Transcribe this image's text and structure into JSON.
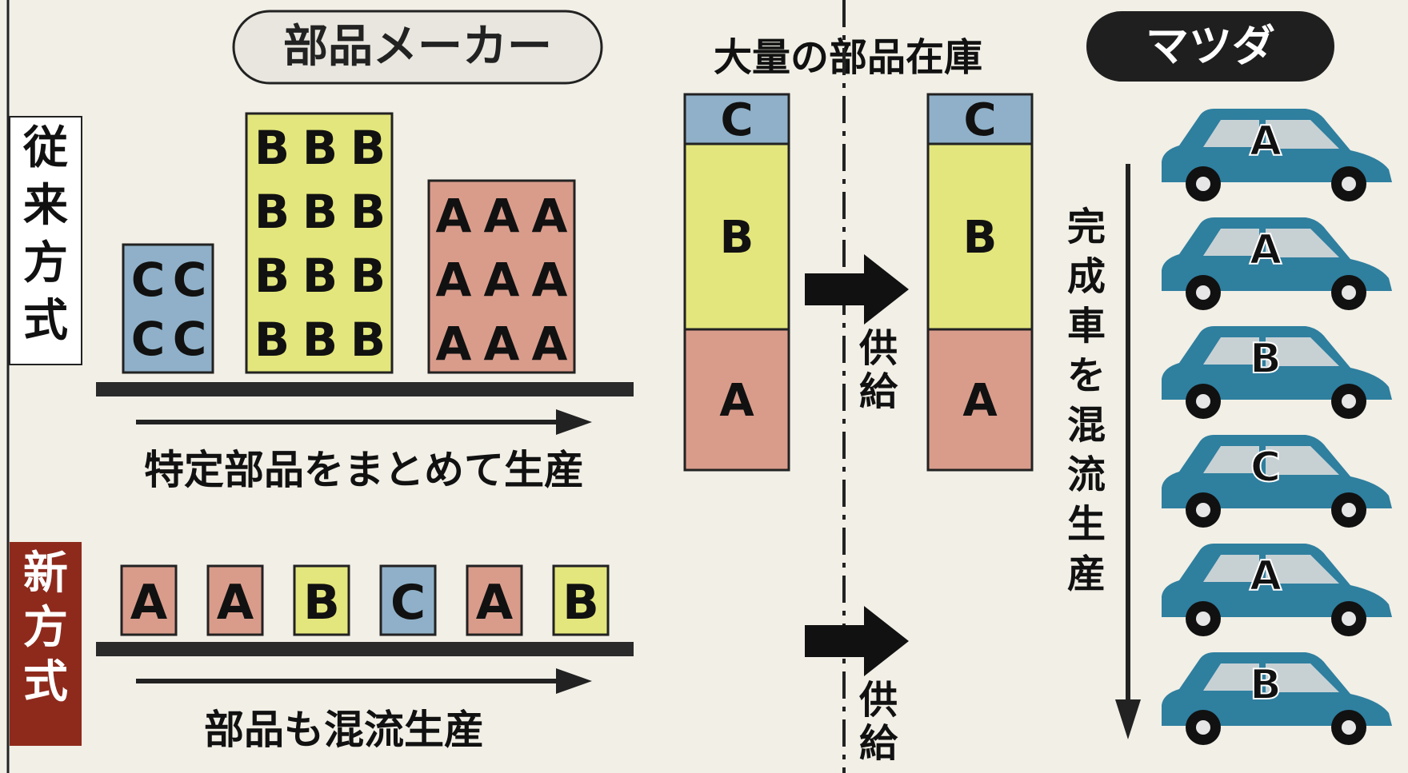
{
  "colors": {
    "a_part": "#d99c8b",
    "b_part": "#e3e67c",
    "c_part": "#8fb0c8",
    "car": "#2f7f9f",
    "old_method_label_bg": "#ffffff",
    "new_method_label_bg": "#8e2a1c",
    "mazda_badge_bg": "#1f1f1f"
  },
  "headers": {
    "parts_maker": "部品メーカー",
    "mazda": "マツダ",
    "large_inventory": "大量の部品在庫"
  },
  "methods": {
    "old": "従来方式",
    "new": "新方式"
  },
  "captions": {
    "old_production": "特定部品をまとめて生産",
    "new_production": "部品も混流生産",
    "mazda_flow": "完成車を混流生産"
  },
  "supply_label": "供給",
  "parts": {
    "old_c_grid": [
      "C",
      "C",
      "C",
      "C"
    ],
    "old_b_grid": [
      "B",
      "B",
      "B",
      "B",
      "B",
      "B",
      "B",
      "B",
      "B",
      "B",
      "B",
      "B"
    ],
    "old_a_grid": [
      "A",
      "A",
      "A",
      "A",
      "A",
      "A",
      "A",
      "A",
      "A"
    ],
    "new_sequence": [
      "A",
      "A",
      "B",
      "C",
      "A",
      "B"
    ],
    "inventory_stack": [
      "C",
      "B",
      "A"
    ],
    "mazda_stack": [
      "C",
      "B",
      "A"
    ]
  },
  "cars": [
    "A",
    "A",
    "B",
    "C",
    "A",
    "B"
  ]
}
